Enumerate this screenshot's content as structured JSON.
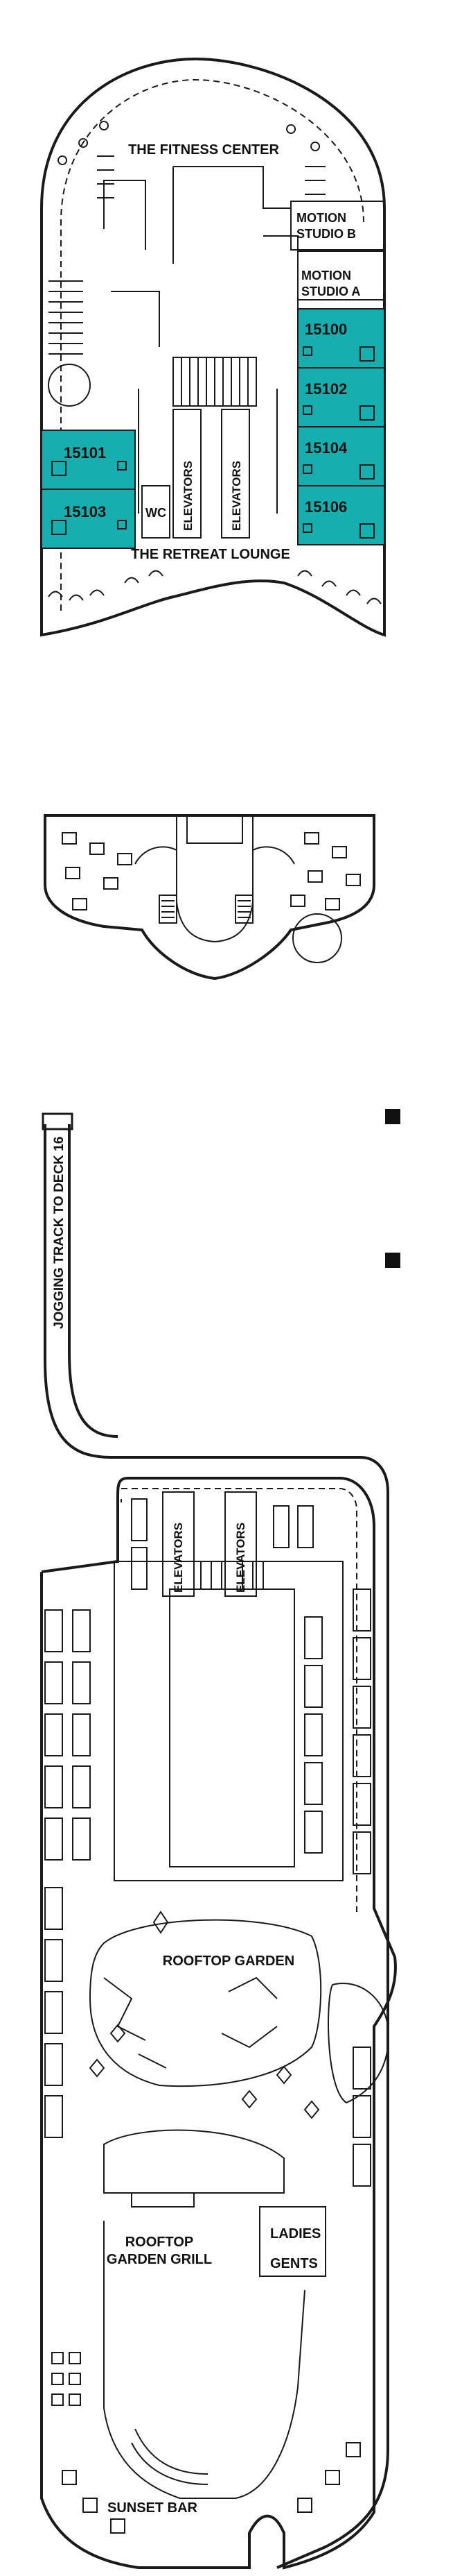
{
  "colors": {
    "stateroom_fill": "#16aeae",
    "line": "#1a1a1a",
    "background": "#ffffff"
  },
  "deck_top": {
    "fitness_center": "THE FITNESS CENTER",
    "motion_studio_b": [
      "MOTION",
      "STUDIO B"
    ],
    "motion_studio_a": [
      "MOTION",
      "STUDIO A"
    ],
    "retreat_lounge": "THE RETREAT LOUNGE",
    "wc": "WC",
    "elevators": [
      "ELEVATORS",
      "ELEVATORS"
    ],
    "staterooms": [
      "15100",
      "15102",
      "15104",
      "15106",
      "15101",
      "15103"
    ]
  },
  "deck_bottom": {
    "jogging_track": "JOGGING TRACK TO DECK 16",
    "elevators": [
      "ELEVATORS",
      "ELEVATORS"
    ],
    "rooftop_garden": "ROOFTOP GARDEN",
    "rooftop_garden_grill": [
      "ROOFTOP",
      "GARDEN GRILL"
    ],
    "ladies": "LADIES",
    "gents": "GENTS",
    "sunset_bar": "SUNSET BAR"
  },
  "legend_markers": [
    "square-bullet-icon",
    "square-bullet-icon"
  ]
}
